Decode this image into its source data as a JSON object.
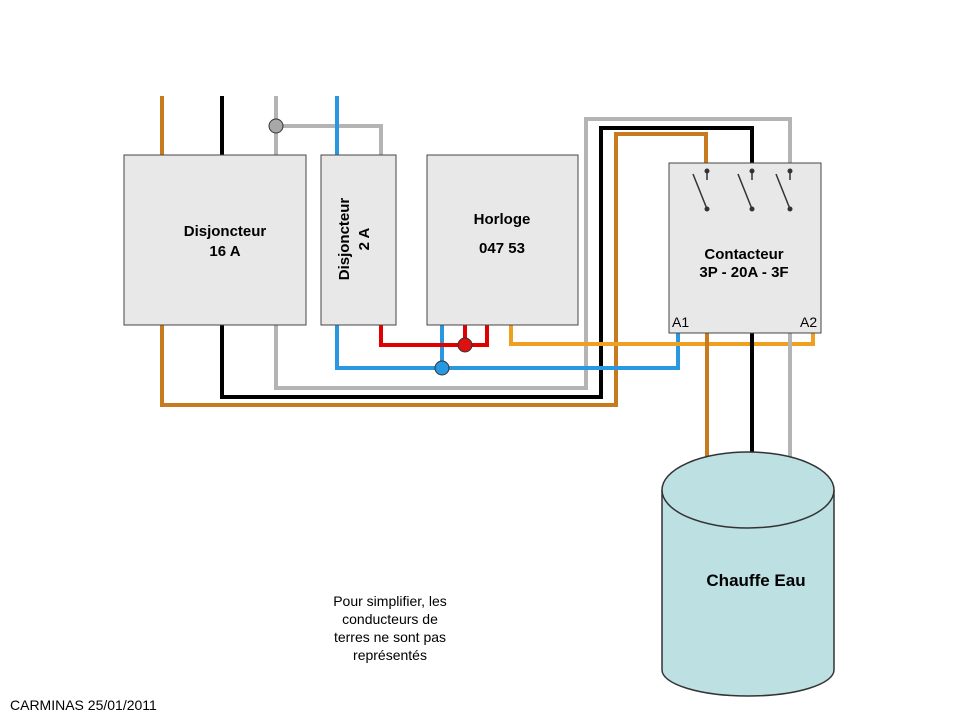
{
  "colors": {
    "phase_brown": "#c87a1e",
    "phase_black": "#000000",
    "phase_grey": "#b4b4b4",
    "neutral_blue": "#2a98e0",
    "control_red": "#e00000",
    "control_orange": "#f0a020",
    "box_fill": "#e8e8e8",
    "box_stroke": "#444444",
    "tank_fill": "#bde0e3",
    "tank_stroke": "#333333",
    "junction_grey": "#a8a8a8",
    "junction_red": "#e01010",
    "junction_blue": "#2a98e0"
  },
  "breaker_16a": {
    "line1": "Disjoncteur",
    "line2": "16 A"
  },
  "breaker_2a": {
    "line1": "Disjoncteur",
    "line2": "2 A"
  },
  "clock": {
    "title": "Horloge",
    "reference": "047 53"
  },
  "contactor": {
    "line1": "Contacteur",
    "line2": "3P - 20A - 3F",
    "coil_a1": "A1",
    "coil_a2": "A2",
    "contact_count": 3
  },
  "water_heater": {
    "label": "Chauffe Eau"
  },
  "note": {
    "line1": "Pour simplifier, les",
    "line2": "conducteurs de",
    "line3": "terres ne sont pas",
    "line4": "représentés"
  },
  "credit": "CARMINAS 25/01/2011",
  "icons": {
    "junction": "junction-dot-icon",
    "switch": "open-switch-contact-icon"
  }
}
